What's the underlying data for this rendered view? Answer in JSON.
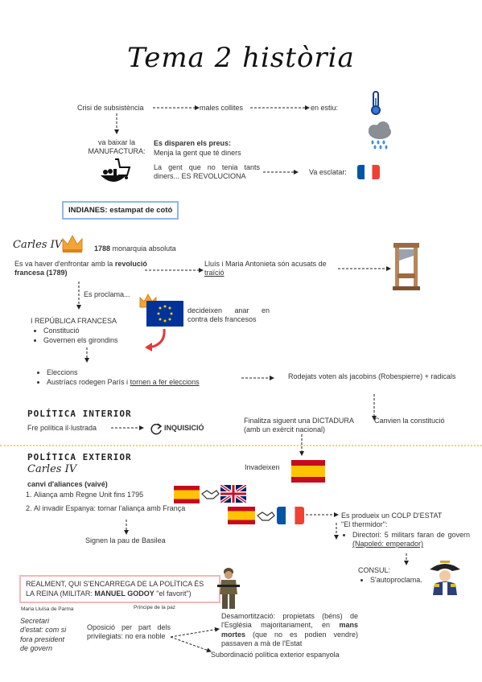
{
  "title": "Tema 2 història",
  "top": {
    "crisi": "Crisi de subsistència",
    "males_collites": "males collites",
    "en_estiu": "en estiu:",
    "va_baixar": "va baixar la MANUFACTURA:",
    "preus_title": "Es disparen els preus:",
    "preus_line": "Menja la gent que té diners",
    "gent_no_tenia": "La gent que no tenia tants diners... ES REVOLUCIONA",
    "va_esclatar": "Va esclatar:",
    "indianes": "INDIANES: estampat de cotó"
  },
  "carles": {
    "name": "Carles IV",
    "year": "1788",
    "monarquia": "monarquia absoluta",
    "enfrontar_pre": "Es va haver d'enfrontar amb la",
    "enfrontar_bold": "revolució francesa (1789)",
    "lluis_pre": "Lluís i Maria Antonieta són acusats de",
    "lluis_u": "traïció",
    "es_proclama": "Es proclama...",
    "decideixen": "decideixen anar en contra dels francesos",
    "republica": "I REPÚBLICA FRANCESA",
    "rep_items": [
      "Constitució",
      "Governen els girondins"
    ],
    "eleccions": "Eleccions",
    "austriacs_pre": "Austríacs rodegen París i",
    "austriacs_u": "tornen a fer eleccions",
    "rodejats": "Rodejats voten als jacobins (Robespierre) + radicals",
    "canvien": "Canvien la constitució",
    "finalitza": "Finalitza siguent una DICTADURA (amb un exèrcit nacional)"
  },
  "interior": {
    "heading": "POLÍTICA INTERIOR",
    "fre": "Fre política il·lustrada",
    "inquisicio": "INQUISICIÓ"
  },
  "exterior": {
    "heading": "POLÍTICA EXTERIOR",
    "carles": "Carles IV",
    "canvi": "canvi d'aliances (vaivé)",
    "items": [
      "Aliança amb Regne Unit fins 1795",
      "Al invadir Espanya: tornar l'aliança amb França"
    ],
    "invadeixen": "Invadeixen",
    "signen": "Signen la pau de Basilea",
    "colp": "Es produeix un COLP D'ESTAT",
    "thermidor": "\"El thermidor\":",
    "directori_pre": "Directori: 5 militars faran de govern",
    "directori_u": "(Napoleó: emperador)",
    "consul": "CONSUL:",
    "consul_item": "S'autoproclama."
  },
  "bottom": {
    "realment_pre": "REALMENT, QUI S'ENCARREGA DE LA POLÍTICA ÉS LA REINA",
    "realment_mid": "(MILITAR:",
    "godoy": "MANUEL GODOY",
    "favorit": "\"el favorit\")",
    "maria_luisa": "Maria Lluïsa de Parma",
    "principe": "Príncipe de la paz",
    "secretari": "Secretari d'estat: com si fora president de govern",
    "oposicio": "Oposició per part dels privilegiats: no era noble",
    "desamort_pre": "Desamortització: propietats (béns) de l'Església majoritariament, en",
    "mans_mortes": "mans mortes",
    "desamort_post": "(que no es podien vendre) passaven a mà de l'Estat",
    "subordinacio": "Subordinació política exterior espanyola"
  },
  "icons": [
    "thermometer-icon",
    "rain-cloud-icon",
    "manufacture-cart-icon",
    "crown-icon",
    "guillotine-icon",
    "eu-flag-icon",
    "curved-arrow-icon",
    "refresh-icon",
    "soldier-icon",
    "napoleon-icon",
    "handshake-icon"
  ],
  "colors": {
    "divider": "#f4d36a",
    "indianes_border": "#8fb7e6",
    "realment_border": "#f2b8b8",
    "crown": "#f2a33a"
  }
}
